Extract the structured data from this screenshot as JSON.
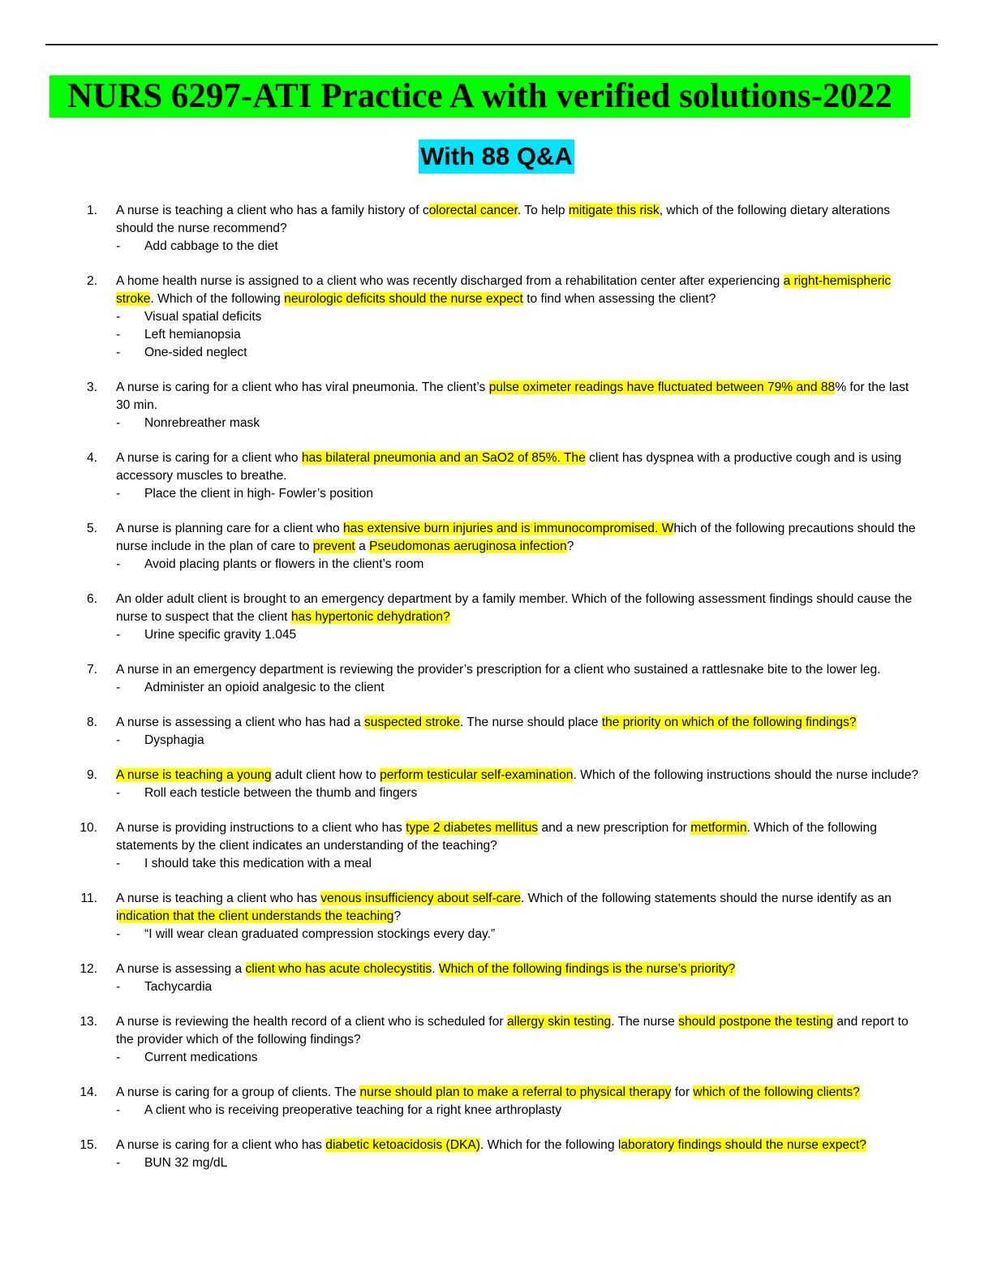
{
  "document": {
    "title": "NURS 6297-ATI Practice A with verified  solutions-2022",
    "subtitle": "With 88 Q&A"
  },
  "questions": [
    {
      "num": "1.",
      "parts": [
        "A nurse is teaching a client who has a family history of c",
        "olorectal cancer",
        ". To help ",
        "mitigate this risk",
        ", which of the following dietary alterations should the nurse recommend?"
      ],
      "answers": [
        "Add cabbage to the diet"
      ]
    },
    {
      "num": "2.",
      "parts": [
        "A home health nurse is assigned to a client who was recently discharged from a rehabilitation center after experiencing ",
        "a right-hemispheric stroke",
        ". Which of the following ",
        "neurologic deficits should the nurse expect",
        " to find when assessing the client?"
      ],
      "answers": [
        "Visual spatial deficits",
        "Left hemianopsia",
        "One-sided neglect"
      ]
    },
    {
      "num": "3.",
      "parts": [
        "A nurse is caring for a client who has viral pneumonia. The client’s ",
        "pulse oximeter readings have fluctuated between 79% and 88",
        "% for the last 30 min."
      ],
      "answers": [
        "Nonrebreather mask"
      ]
    },
    {
      "num": "4.",
      "parts": [
        "A nurse is caring for a client who ",
        "has bilateral pneumonia and an SaO2 of 85%. The",
        " client has dyspnea with a productive cough and is using accessory muscles to breathe."
      ],
      "answers": [
        "Place the client in high- Fowler’s position"
      ]
    },
    {
      "num": "5.",
      "parts": [
        "A nurse is planning care for a client who ",
        "has extensive burn injuries and is immunocompromised. W",
        "hich of the following precautions should the nurse include in the plan of care to ",
        "prevent",
        " a ",
        "Pseudomonas aeruginosa infection",
        "?"
      ],
      "answers": [
        "Avoid placing plants or flowers in the client’s room"
      ]
    },
    {
      "num": "6.",
      "parts": [
        "An older adult client is brought to an emergency department by a family member. Which of the following assessment findings should cause the nurse to suspect that the client ",
        "has hypertonic dehydration?",
        ""
      ],
      "answers": [
        "Urine specific gravity 1.045"
      ]
    },
    {
      "num": "7.",
      "parts": [
        "A nurse in an emergency department is reviewing the provider’s prescription for a client who sustained a rattlesnake bite to the lower leg."
      ],
      "answers": [
        "Administer an opioid analgesic to the client"
      ]
    },
    {
      "num": "8.",
      "parts": [
        "A nurse is assessing a client who has had a ",
        "suspected stroke",
        ". The nurse should place ",
        "the priority on which of the following findings?",
        ""
      ],
      "answers": [
        "Dysphagia"
      ]
    },
    {
      "num": "9.",
      "parts": [
        "",
        "A nurse is teaching a young",
        " adult client how to ",
        "perform testicular self-examination",
        ". Which of the following instructions should the nurse include?"
      ],
      "answers": [
        "Roll each testicle between the thumb and fingers"
      ]
    },
    {
      "num": "10.",
      "parts": [
        "A nurse is providing instructions to a client who has ",
        "type 2 diabetes mellitus",
        " and a new prescription for ",
        "metformin",
        ". Which of the following statements by the client indicates an understanding of the teaching?"
      ],
      "answers": [
        "I should take this medication with a meal"
      ]
    },
    {
      "num": "11.",
      "parts": [
        "A nurse is teaching a client who has ",
        "venous insufficiency about self-care",
        ". Which of the following statements should the nurse identify as an i",
        "ndication that the client understands the teaching",
        "?"
      ],
      "answers": [
        "“I will wear clean graduated compression stockings every day.”"
      ]
    },
    {
      "num": "12.",
      "parts": [
        "A nurse is assessing a ",
        "client who has acute cholecystitis",
        ". ",
        "Which of the following findings is the nurse’s priority?",
        ""
      ],
      "answers": [
        "Tachycardia"
      ]
    },
    {
      "num": "13.",
      "parts": [
        "A nurse is reviewing the health record of a client who is scheduled for ",
        "allergy skin testing",
        ". The nurse ",
        "should postpone the testing",
        " and report to the provider which of the following findings?"
      ],
      "answers": [
        "Current medications"
      ]
    },
    {
      "num": "14.",
      "parts": [
        "A nurse is caring for a group of clients. The ",
        "nurse should plan to make a referral to physical therapy",
        " for ",
        "which of the following clients?",
        ""
      ],
      "answers": [
        "A client who is receiving preoperative teaching for a right knee arthroplasty"
      ]
    },
    {
      "num": "15.",
      "parts": [
        "A nurse is caring for a client who has ",
        "diabetic ketoacidosis (DKA)",
        ". Which for the following l",
        "aboratory findings should the nurse expect?",
        ""
      ],
      "answers": [
        "BUN 32 mg/dL"
      ]
    }
  ]
}
